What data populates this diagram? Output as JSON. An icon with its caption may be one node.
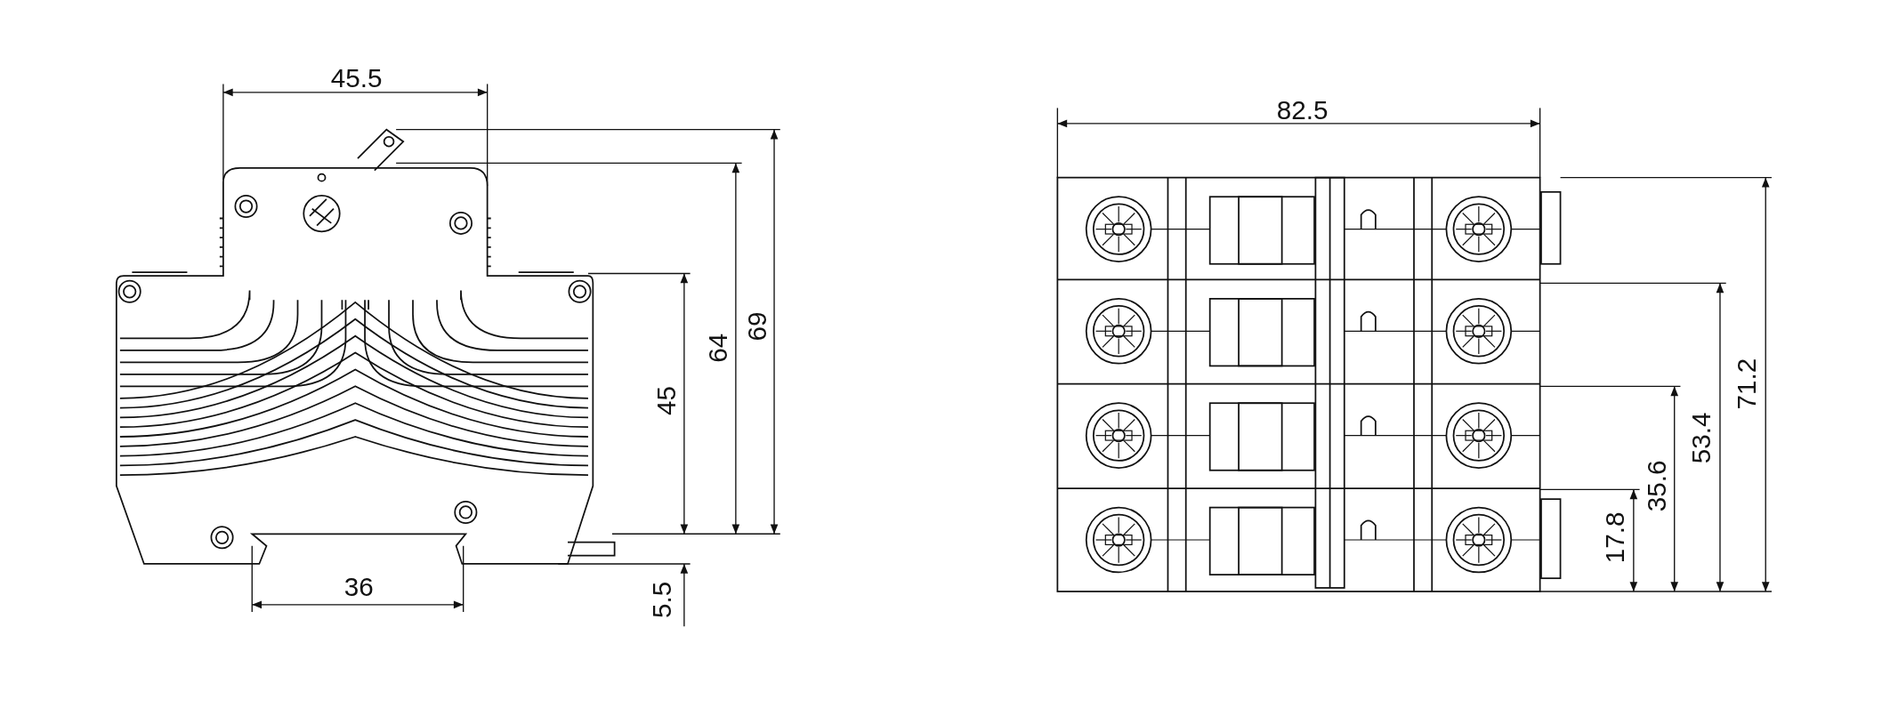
{
  "diagram": {
    "labels": [
      "45.5",
      "64",
      "69",
      "45",
      "36",
      "5.5",
      "82.5",
      "71.2",
      "53.4",
      "35.6",
      "17.8"
    ]
  }
}
